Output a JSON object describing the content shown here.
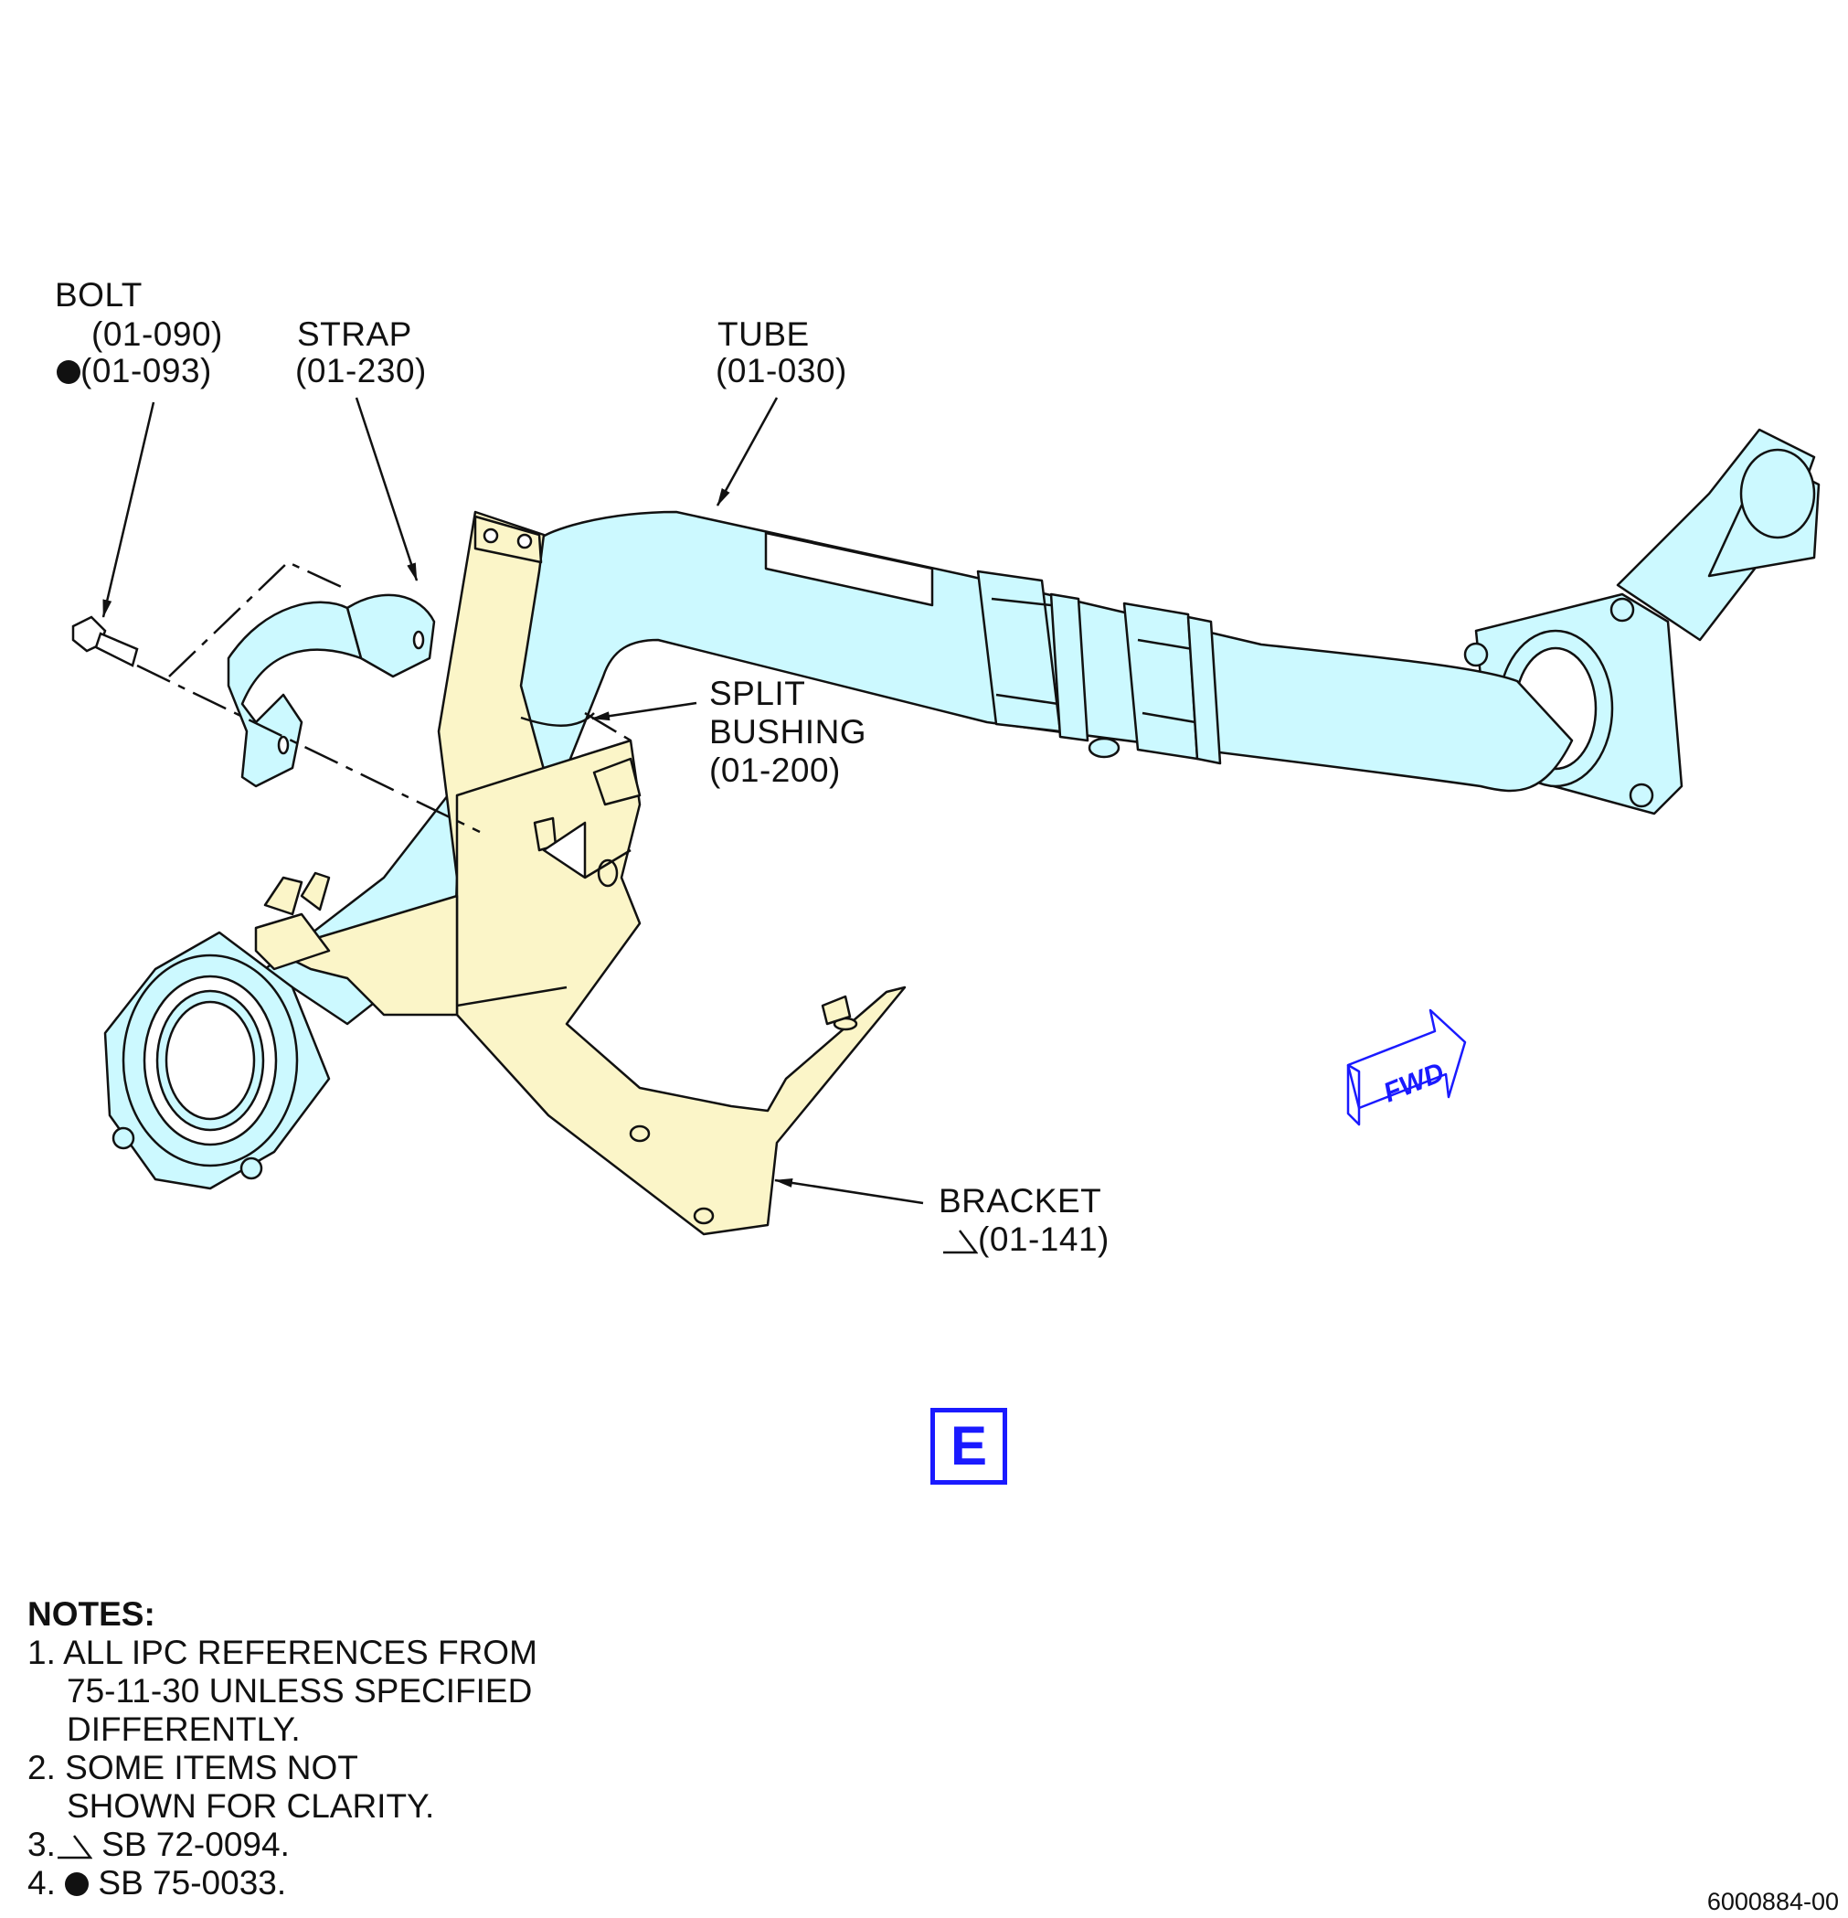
{
  "callouts": {
    "bolt": {
      "name": "BOLT",
      "ref1": "(01-090)",
      "ref2": "(01-093)",
      "ref2_symbol": "dot"
    },
    "strap": {
      "name": "STRAP",
      "ref": "(01-230)"
    },
    "tube": {
      "name": "TUBE",
      "ref": "(01-030)"
    },
    "split_bushing": {
      "name1": "SPLIT",
      "name2": "BUSHING",
      "ref": "(01-200)"
    },
    "bracket": {
      "name": "BRACKET",
      "ref": "(01-141)",
      "ref_symbol": "triangle"
    }
  },
  "fwd_arrow": {
    "label": "FWD"
  },
  "view_label": "E",
  "notes": {
    "heading": "NOTES:",
    "n1_num": "1.",
    "n1_line1": "ALL IPC REFERENCES FROM",
    "n1_line2": "75-11-30 UNLESS SPECIFIED",
    "n1_line3": "DIFFERENTLY.",
    "n2_num": "2.",
    "n2_line1": "SOME ITEMS NOT",
    "n2_line2": "SHOWN FOR CLARITY.",
    "n3_num": "3.",
    "n3_text": "SB 72-0094.",
    "n4_num": "4.",
    "n4_text": "SB 75-0033."
  },
  "figure_number": "6000884-00",
  "colors": {
    "tube_fill": "#ccf9ff",
    "bracket_fill": "#fbf5c8",
    "line": "#111111",
    "accent_blue": "#1a1aff"
  }
}
